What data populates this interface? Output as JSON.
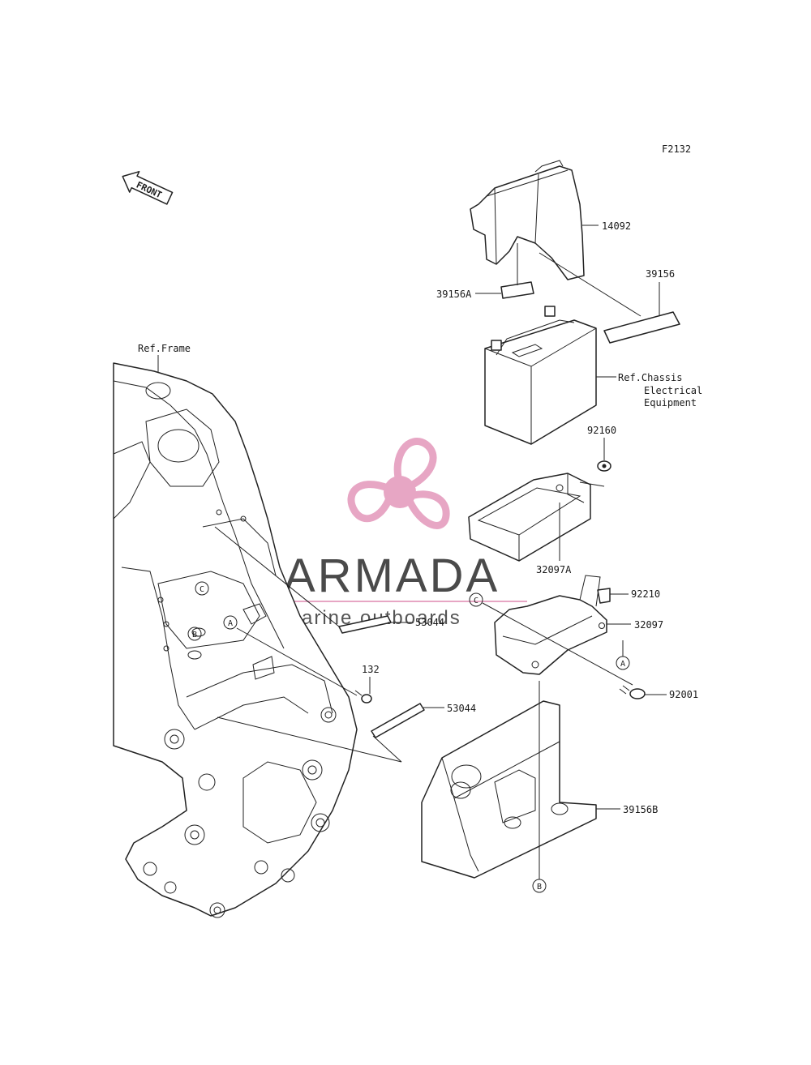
{
  "diagram": {
    "figure_code": "F2132",
    "front_label": "FRONT",
    "ref_frame": "Ref.Frame",
    "ref_chassis": [
      "Ref.Chassis",
      "Electrical",
      "Equipment"
    ],
    "parts": {
      "p14092": "14092",
      "p39156": "39156",
      "p39156A": "39156A",
      "p92160": "92160",
      "p32097A": "32097A",
      "p92210": "92210",
      "p32097": "32097",
      "p92001": "92001",
      "p53044_upper": "53044",
      "p53044_lower": "53044",
      "p132": "132",
      "p39156B": "39156B"
    },
    "markers": {
      "a": "A",
      "b": "B",
      "c": "C"
    }
  },
  "watermark": {
    "title": "ARMADA",
    "subtitle": "marine outboards",
    "logo_color": "#e7a6c4",
    "text_color": "#4a4a4a"
  }
}
